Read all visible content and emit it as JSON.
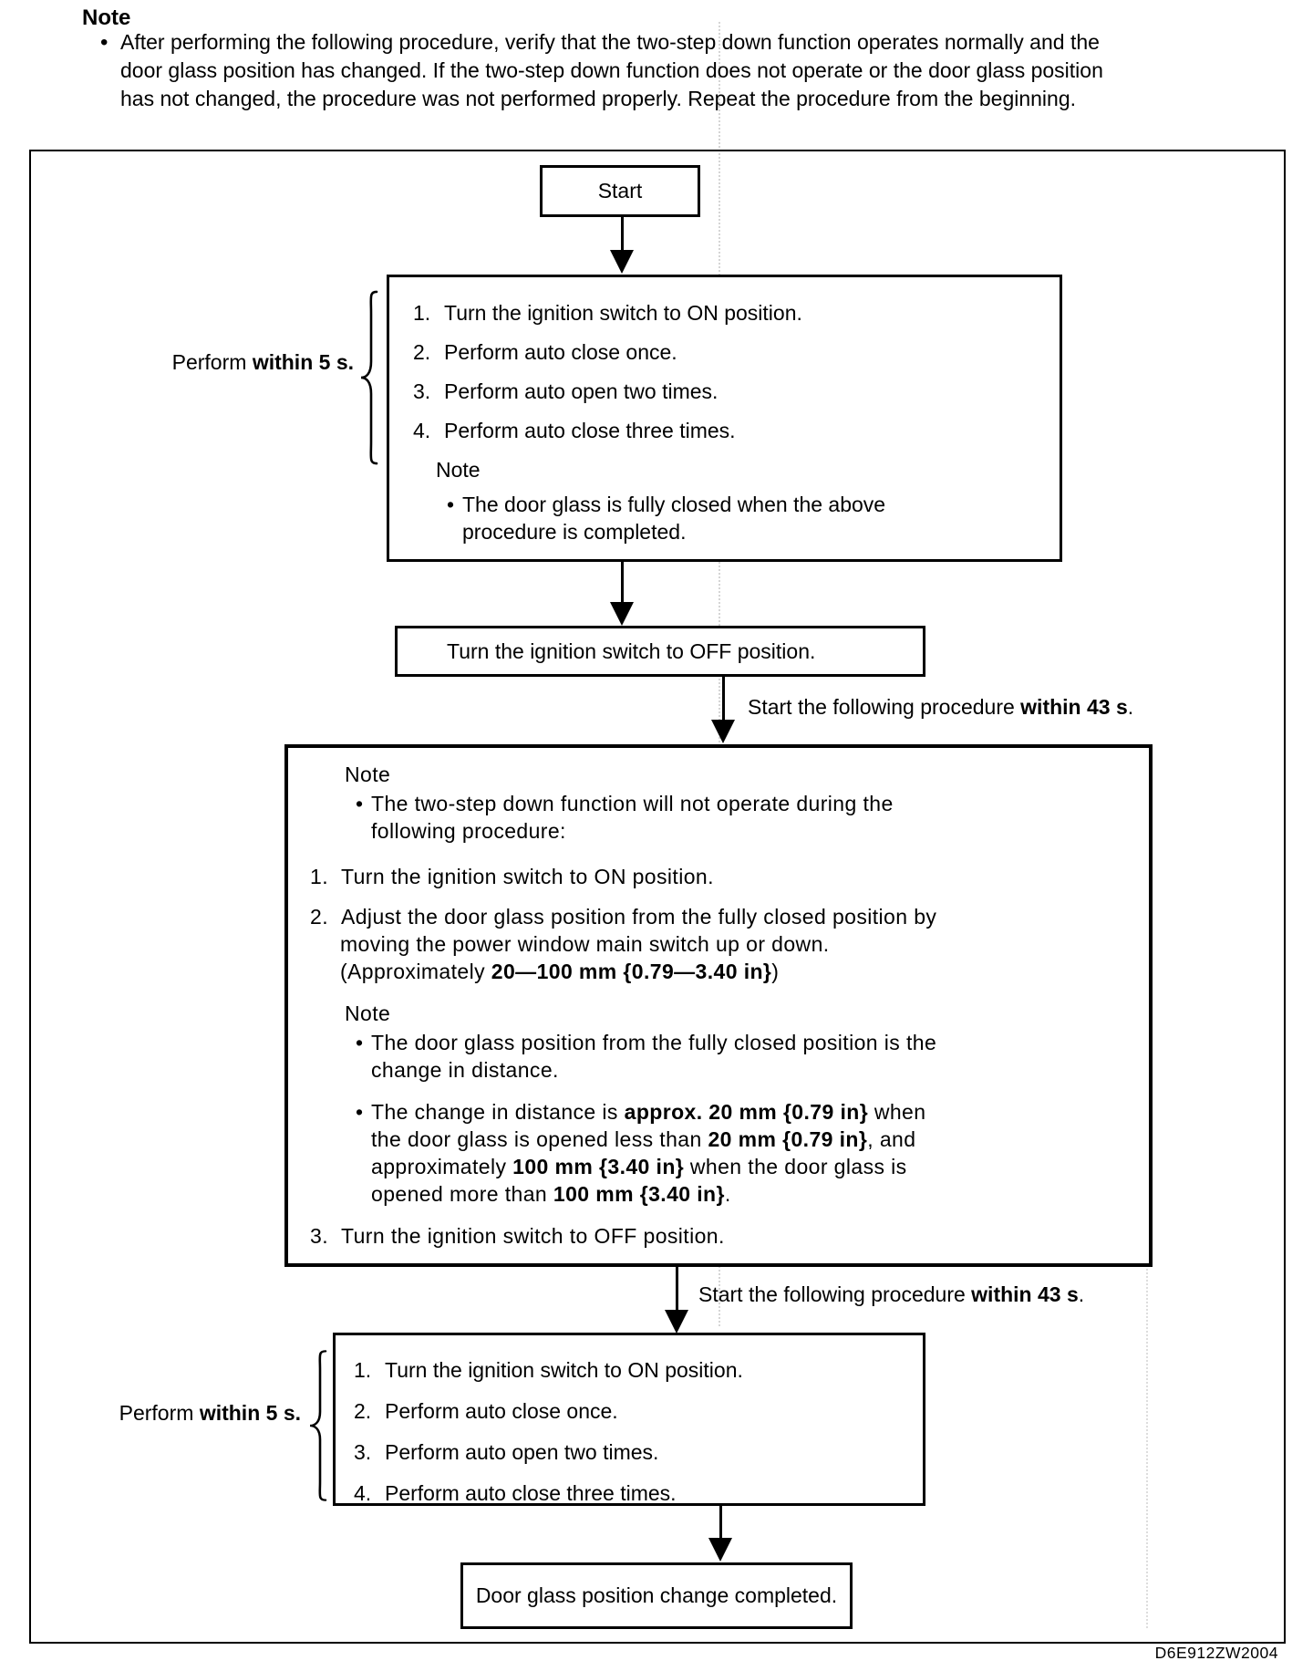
{
  "header_note": {
    "heading": "Note",
    "bullet": "•",
    "lines": [
      "After performing the following procedure, verify that the two-step down function operates normally and the",
      "door glass position has changed. If the two-step down function does not operate or the door glass position",
      "has not changed, the procedure was not performed properly. Repeat the procedure from the beginning."
    ]
  },
  "flow": {
    "start_label": "Start",
    "perform_label": {
      "prefix": "Perform ",
      "bold": "within 5 s."
    },
    "within43_label": {
      "prefix": "Start the following procedure ",
      "bold": "within 43 s",
      "suffix": "."
    },
    "box1": {
      "items": [
        {
          "n": "1.",
          "t": "Turn the ignition switch to ON position."
        },
        {
          "n": "2.",
          "t": "Perform auto close once."
        },
        {
          "n": "3.",
          "t": "Perform auto open two times."
        },
        {
          "n": "4.",
          "t": "Perform auto close three times."
        }
      ],
      "note_heading": "Note",
      "bullet": "•",
      "note_line1": "The door glass is fully closed when the above",
      "note_line2": "procedure is completed."
    },
    "off_box_label": "Turn the ignition switch to OFF position.",
    "big_box": {
      "note1_head": "Note",
      "bullet": "•",
      "n1l1": "The two-step down function will not operate during the",
      "n1l2": "following procedure:",
      "s1n": "1.",
      "s1": "Turn the ignition switch to ON position.",
      "s2n": "2.",
      "s2l1": "Adjust the door glass position from the fully closed position by",
      "s2l2": "moving the power window main switch up or down.",
      "s2l3a": "(Approximately ",
      "s2l3b": "20—100 mm {0.79—3.40 in}",
      "s2l3c": ")",
      "note2_head": "Note",
      "n2l1": "The door glass position from the fully closed position is the",
      "n2l2": "change in distance.",
      "n3l1a": "The change in distance is ",
      "n3l1b": "approx. 20 mm {0.79 in}",
      "n3l1c": " when",
      "n3l2a": "the door glass is opened less than ",
      "n3l2b": "20 mm {0.79 in}",
      "n3l2c": ", and",
      "n3l3a": "approximately ",
      "n3l3b": "100 mm {3.40 in}",
      "n3l3c": " when the door glass is",
      "n3l4a": "opened more than ",
      "n3l4b": "100 mm {3.40 in}",
      "n3l4c": ".",
      "s3n": "3.",
      "s3": "Turn the ignition switch to OFF position."
    },
    "box2": {
      "items": [
        {
          "n": "1.",
          "t": "Turn the ignition switch to ON position."
        },
        {
          "n": "2.",
          "t": "Perform auto close once."
        },
        {
          "n": "3.",
          "t": "Perform auto open two times."
        },
        {
          "n": "4.",
          "t": "Perform auto close three times."
        }
      ]
    },
    "final_box_label": "Door glass position change completed.",
    "figure_code": "D6E912ZW2004"
  }
}
